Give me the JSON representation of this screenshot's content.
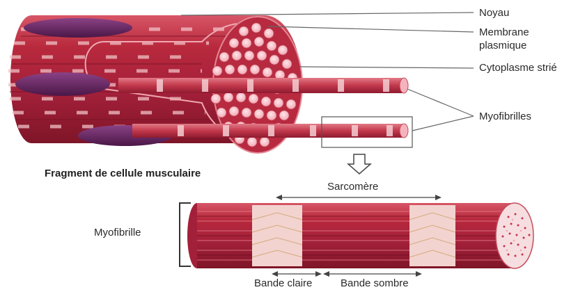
{
  "labels": {
    "noyau": "Noyau",
    "membrane_line1": "Membrane",
    "membrane_line2": "plasmique",
    "cytoplasme": "Cytoplasme strié",
    "myofibrilles": "Myofibrilles",
    "fragment_title": "Fragment de cellule musculaire",
    "sarcomere": "Sarcomère",
    "myofibrille": "Myofibrille",
    "bande_claire": "Bande claire",
    "bande_sombre": "Bande sombre"
  },
  "colors": {
    "muscle_dark": "#9c1f31",
    "muscle_mid": "#c33a4c",
    "muscle_light": "#e0727f",
    "band_light": "#f3d3cf",
    "nucleus": "#6a2a63",
    "line": "#555555"
  }
}
